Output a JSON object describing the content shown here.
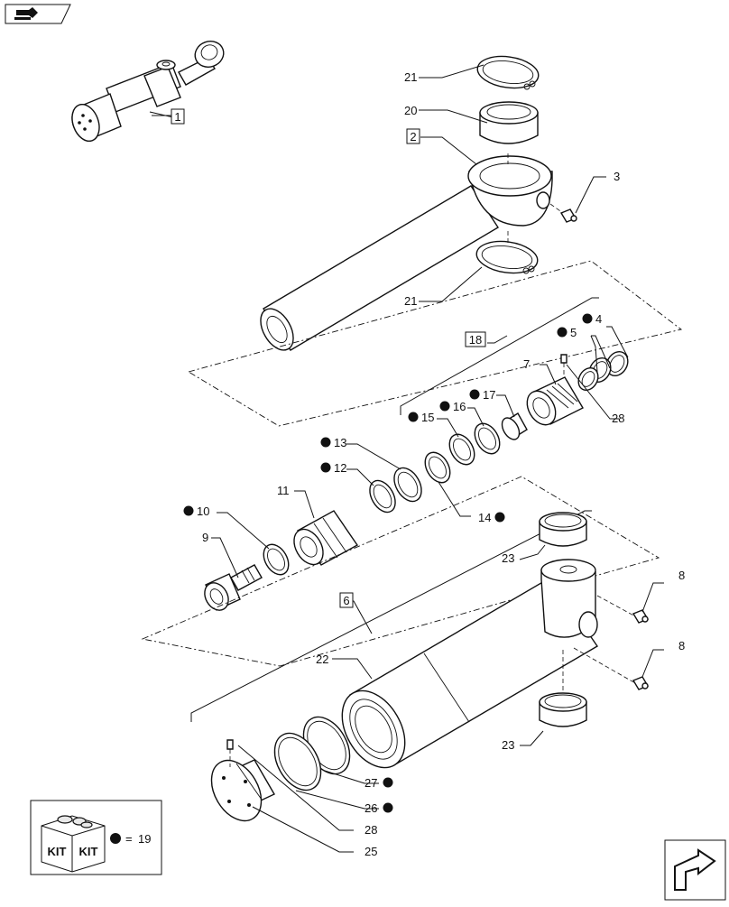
{
  "callouts": [
    {
      "id": "c1",
      "label": "1",
      "kit": false,
      "boxed": true
    },
    {
      "id": "c2",
      "label": "2",
      "kit": false,
      "boxed": true
    },
    {
      "id": "c3",
      "label": "3",
      "kit": false,
      "boxed": false
    },
    {
      "id": "c4",
      "label": "4",
      "kit": true,
      "boxed": false
    },
    {
      "id": "c5",
      "label": "5",
      "kit": true,
      "boxed": false
    },
    {
      "id": "c6",
      "label": "6",
      "kit": false,
      "boxed": true
    },
    {
      "id": "c7",
      "label": "7",
      "kit": false,
      "boxed": false
    },
    {
      "id": "c8a",
      "label": "8",
      "kit": false,
      "boxed": false
    },
    {
      "id": "c8b",
      "label": "8",
      "kit": false,
      "boxed": false
    },
    {
      "id": "c9",
      "label": "9",
      "kit": false,
      "boxed": false
    },
    {
      "id": "c10",
      "label": "10",
      "kit": true,
      "boxed": false
    },
    {
      "id": "c11",
      "label": "11",
      "kit": false,
      "boxed": false
    },
    {
      "id": "c12",
      "label": "12",
      "kit": true,
      "boxed": false
    },
    {
      "id": "c13",
      "label": "13",
      "kit": true,
      "boxed": false
    },
    {
      "id": "c14",
      "label": "14",
      "kit": true,
      "boxed": false
    },
    {
      "id": "c15",
      "label": "15",
      "kit": true,
      "boxed": false
    },
    {
      "id": "c16",
      "label": "16",
      "kit": true,
      "boxed": false
    },
    {
      "id": "c17",
      "label": "17",
      "kit": true,
      "boxed": false
    },
    {
      "id": "c18",
      "label": "18",
      "kit": false,
      "boxed": true
    },
    {
      "id": "c20",
      "label": "20",
      "kit": false,
      "boxed": false
    },
    {
      "id": "c21a",
      "label": "21",
      "kit": false,
      "boxed": false
    },
    {
      "id": "c21b",
      "label": "21",
      "kit": false,
      "boxed": false
    },
    {
      "id": "c22",
      "label": "22",
      "kit": false,
      "boxed": false
    },
    {
      "id": "c23a",
      "label": "23",
      "kit": false,
      "boxed": false
    },
    {
      "id": "c23b",
      "label": "23",
      "kit": false,
      "boxed": false
    },
    {
      "id": "c25",
      "label": "25",
      "kit": false,
      "boxed": false
    },
    {
      "id": "c26",
      "label": "26",
      "kit": true,
      "boxed": false
    },
    {
      "id": "c27",
      "label": "27",
      "kit": true,
      "boxed": false
    },
    {
      "id": "c28a",
      "label": "28",
      "kit": false,
      "boxed": false
    },
    {
      "id": "c28b",
      "label": "28",
      "kit": false,
      "boxed": false
    }
  ],
  "legend": {
    "kit_word_left": "KIT",
    "kit_word_right": "KIT",
    "equals": "=",
    "kit_ref": "19"
  },
  "icons": {
    "top_left": "book-arrow-icon",
    "bottom_right": "next-page-arrow-icon"
  }
}
